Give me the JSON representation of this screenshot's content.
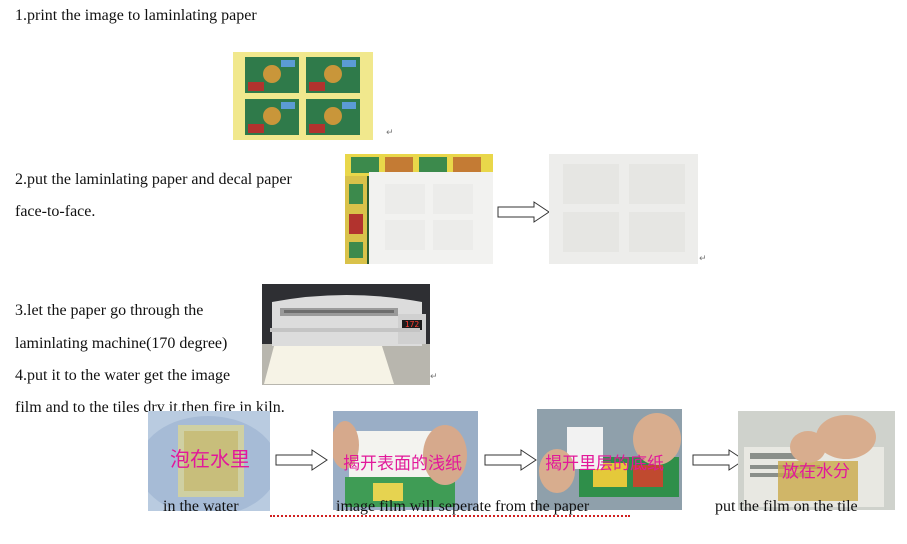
{
  "steps": {
    "s1": "1.print the image to laminlating paper",
    "s2a": "2.put the laminlating paper and decal paper",
    "s2b": "face-to-face.",
    "s3a": "3.let the paper go through the",
    "s3b": "laminlating machine(170 degree)",
    "s4a": "4.put it to the water get the image",
    "s4b": "film and to the tiles dry it,then fire in kiln."
  },
  "machine_display": "172",
  "overlays": {
    "o1": "泡在水里",
    "o2": "揭开表面的浅纸",
    "o3": "揭开里层的底纸",
    "o4": "放在水分"
  },
  "captions": {
    "c1": "in the water",
    "c2": "image film will seperate from the paper",
    "c3": "put the film on the tile"
  },
  "marks": {
    "para": "↵"
  },
  "colors": {
    "overlay_text": "#e2189a",
    "decal_yellow": "#f3e87a",
    "spell_underline": "#d02020"
  }
}
